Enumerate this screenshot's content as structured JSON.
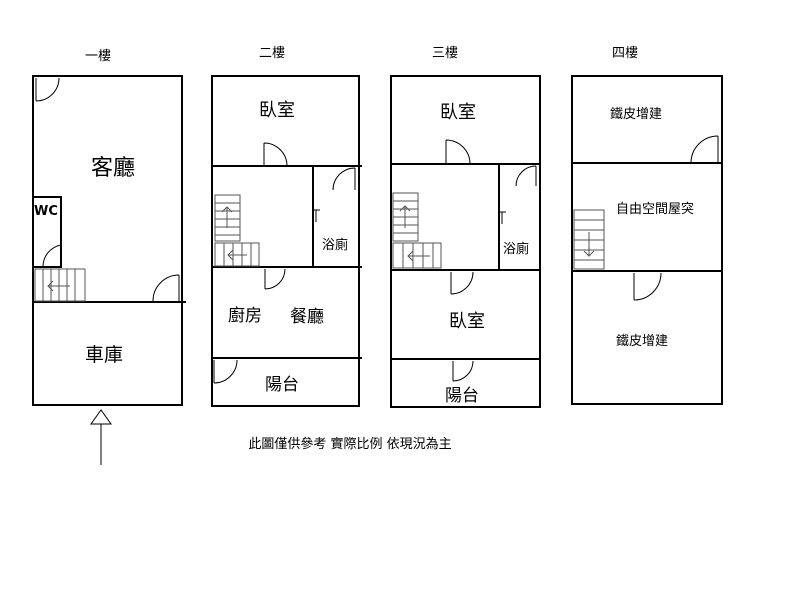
{
  "floors": {
    "f1": {
      "title": "一樓",
      "rooms": {
        "living": "客廳",
        "wc": "WC",
        "garage": "車庫"
      }
    },
    "f2": {
      "title": "二樓",
      "rooms": {
        "bedroom": "臥室",
        "bath": "浴廁",
        "kitchen": "廚房",
        "dining": "餐廳",
        "balcony": "陽台"
      }
    },
    "f3": {
      "title": "三樓",
      "rooms": {
        "bedroom_top": "臥室",
        "bath": "浴廁",
        "bedroom_mid": "臥室",
        "balcony": "陽台"
      }
    },
    "f4": {
      "title": "四樓",
      "rooms": {
        "iron_top": "鐵皮增建",
        "free_space": "自由空間屋突",
        "iron_bottom": "鐵皮增建"
      }
    }
  },
  "note": "此圖僅供參考 實際比例 依現況為主"
}
